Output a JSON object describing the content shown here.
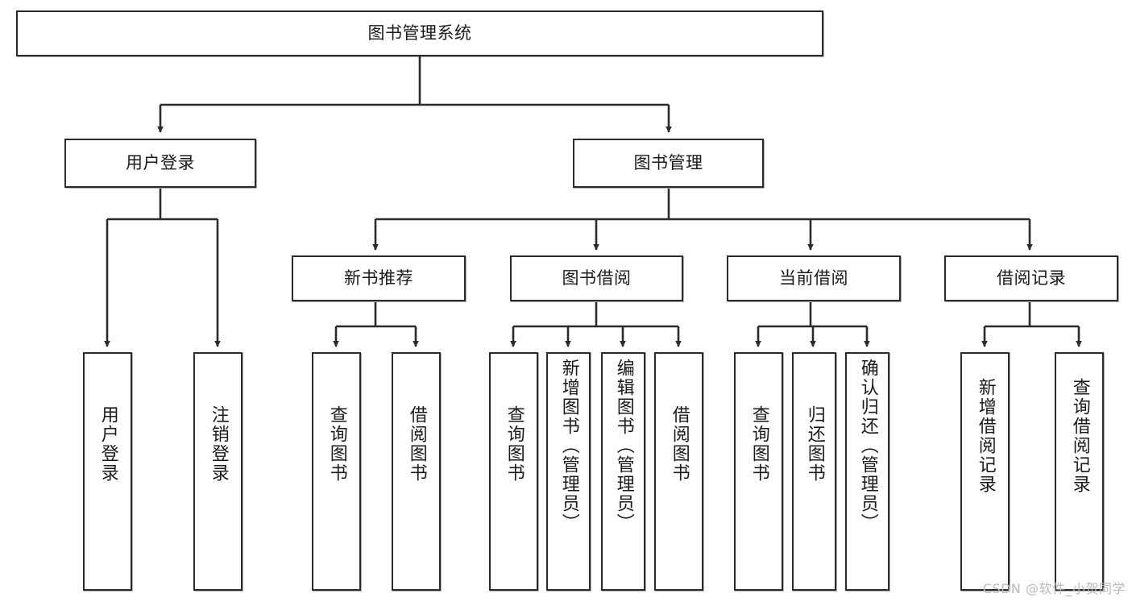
{
  "diagram": {
    "title": "图书管理系统",
    "type": "tree-hierarchy-diagram",
    "colors": {
      "border": "#2b2b2b",
      "background": "#ffffff",
      "text": "#1a1a1a",
      "watermark": "#b9b9b9"
    },
    "nodes": {
      "root": {
        "label": "图书管理系统"
      },
      "level2": [
        {
          "label": "用户登录"
        },
        {
          "label": "图书管理"
        }
      ],
      "level3": [
        {
          "label": "新书推荐"
        },
        {
          "label": "图书借阅"
        },
        {
          "label": "当前借阅"
        },
        {
          "label": "借阅记录"
        }
      ],
      "leaves": {
        "user_login": [
          {
            "label": "用户登录"
          },
          {
            "label": "注销登录"
          }
        ],
        "new_book_recommend": [
          {
            "label": "查询图书"
          },
          {
            "label": "借阅图书"
          }
        ],
        "book_borrow": [
          {
            "label": "查询图书"
          },
          {
            "label": "新增图书（管理员）"
          },
          {
            "label": "编辑图书（管理员）"
          },
          {
            "label": "借阅图书"
          }
        ],
        "current_borrow": [
          {
            "label": "查询图书"
          },
          {
            "label": "归还图书"
          },
          {
            "label": "确认归还（管理员）"
          }
        ],
        "borrow_record": [
          {
            "label": "新增借阅记录"
          },
          {
            "label": "查询借阅记录"
          }
        ]
      }
    },
    "watermark": "CSDN @软件_小贺同学"
  }
}
